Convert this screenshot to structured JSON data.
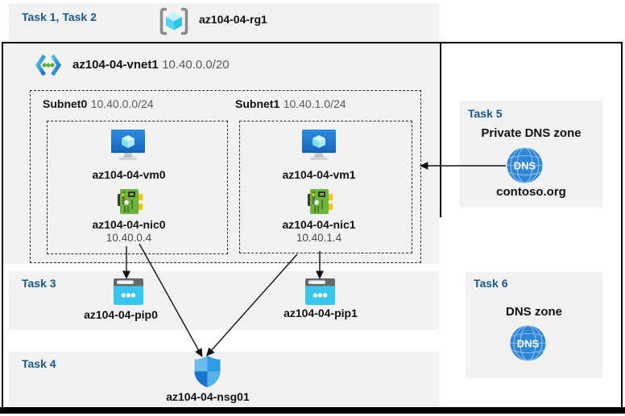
{
  "colors": {
    "task_label_blue": "#19588A",
    "band_gray": "#F2F2F2",
    "border_black": "#000000",
    "vm_blue": "#1E78CE",
    "nic_green": "#6CB33F",
    "pip_cyan": "#38C6EE",
    "nsg_blue": "#2E9BE6",
    "dns_blue": "#2E86D6",
    "cube_cyan": "#39CCEF"
  },
  "header": {
    "task_label": "Task 1, Task 2",
    "rg_name": "az104-04-rg1"
  },
  "vnet": {
    "name": "az104-04-vnet1",
    "cidr": "10.40.0.0/20"
  },
  "subnets": [
    {
      "name": "Subnet0",
      "cidr": "10.40.0.0/24",
      "vm": "az104-04-vm0",
      "nic": "az104-04-nic0",
      "ip": "10.40.0.4"
    },
    {
      "name": "Subnet1",
      "cidr": "10.40.1.0/24",
      "vm": "az104-04-vm1",
      "nic": "az104-04-nic1",
      "ip": "10.40.1.4"
    }
  ],
  "task3": {
    "label": "Task 3",
    "pip0": "az104-04-pip0",
    "pip1": "az104-04-pip1"
  },
  "task4": {
    "label": "Task 4",
    "nsg": "az104-04-nsg01"
  },
  "task5": {
    "label": "Task 5",
    "title": "Private DNS zone",
    "zone": "contoso.org"
  },
  "task6": {
    "label": "Task 6",
    "title": "DNS zone"
  },
  "icons": {
    "dns_text": "DNS"
  }
}
